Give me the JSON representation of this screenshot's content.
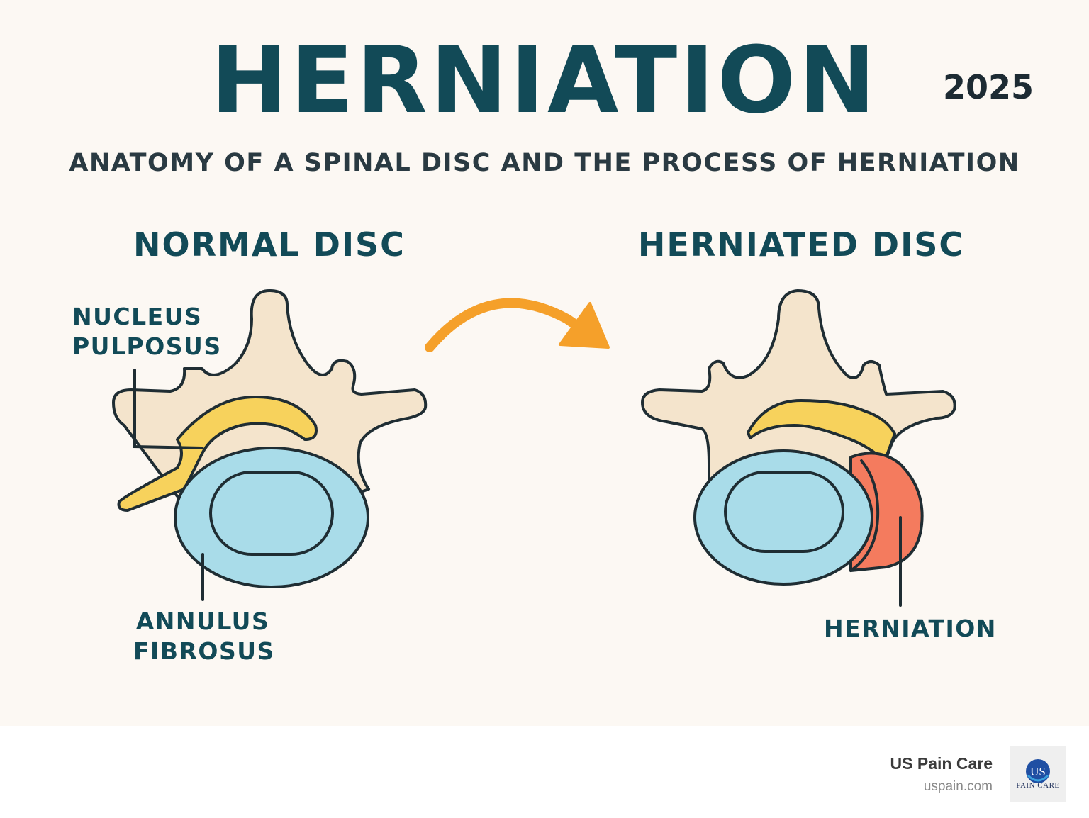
{
  "header": {
    "title": "HERNIATION",
    "year": "2025",
    "subtitle": "ANATOMY OF A SPINAL DISC AND THE PROCESS OF HERNIATION"
  },
  "panels": {
    "normal": {
      "title": "NORMAL DISC",
      "label_nucleus_line1": "NUCLEUS",
      "label_nucleus_line2": "PULPOSUS",
      "label_annulus_line1": "ANNULUS",
      "label_annulus_line2": "FIBROSUS"
    },
    "herniated": {
      "title": "HERNIATED DISC",
      "label_herniation": "HERNIATION"
    }
  },
  "footer": {
    "brand_name": "US Pain Care",
    "url": "uspain.com",
    "logo_letters": "US",
    "logo_text": "PAIN CARE"
  },
  "colors": {
    "title": "#124a57",
    "bone": "#f4e4cc",
    "ligament": "#f7d25c",
    "disc": "#a9dce9",
    "herniation": "#f47b5e",
    "arrow": "#f5a02a",
    "outline": "#1f2d33"
  },
  "icons": [
    "curved-arrow-icon",
    "us-pain-care-logo-icon"
  ]
}
